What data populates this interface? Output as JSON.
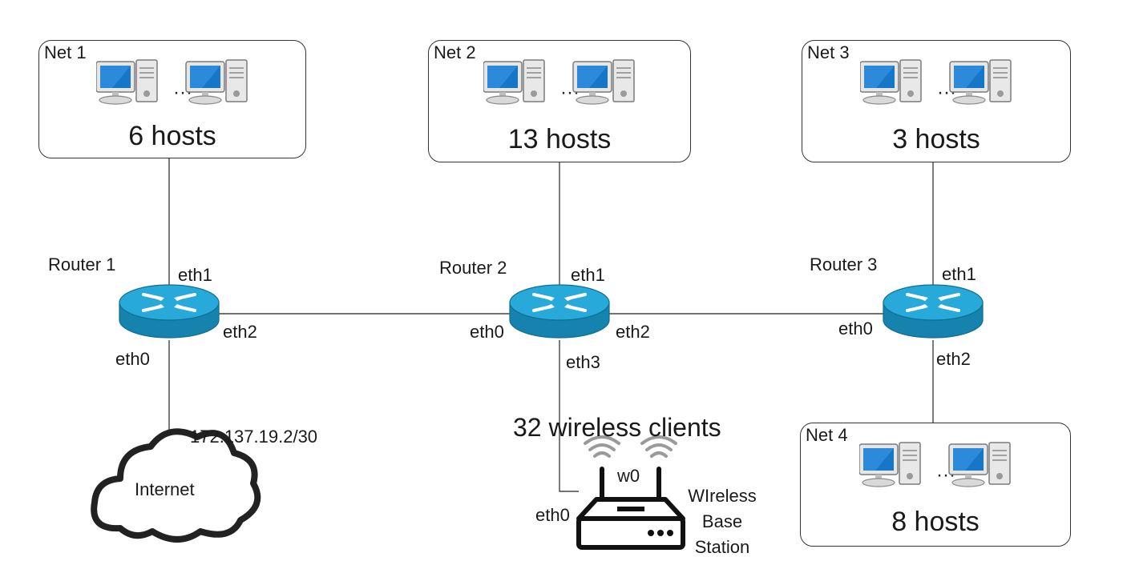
{
  "nets": [
    {
      "id": "net1",
      "name": "Net 1",
      "hosts": "6 hosts"
    },
    {
      "id": "net2",
      "name": "Net 2",
      "hosts": "13 hosts"
    },
    {
      "id": "net3",
      "name": "Net 3",
      "hosts": "3 hosts"
    },
    {
      "id": "net4",
      "name": "Net 4",
      "hosts": "8 hosts"
    }
  ],
  "routers": [
    {
      "name": "Router 1",
      "ifaces": {
        "eth0": "eth0",
        "eth1": "eth1",
        "eth2": "eth2"
      }
    },
    {
      "name": "Router 2",
      "ifaces": {
        "eth0": "eth0",
        "eth1": "eth1",
        "eth2": "eth2",
        "eth3": "eth3"
      }
    },
    {
      "name": "Router 3",
      "ifaces": {
        "eth0": "eth0",
        "eth1": "eth1",
        "eth2": "eth2"
      }
    }
  ],
  "internet": {
    "label": "Internet",
    "address": "172.137.19.2/30"
  },
  "wireless": {
    "clients": "32 wireless clients",
    "ap_iface": "w0",
    "eth_iface": "eth0",
    "station_lines": [
      "WIreless",
      "Base",
      "Station"
    ]
  },
  "colors": {
    "router_top": "#27a9d9",
    "router_side": "#1583ae",
    "screen": "#1677c9",
    "line": "#444444"
  },
  "icons": [
    "desktop-pc-icon",
    "router-icon",
    "cloud-icon",
    "wifi-router-icon"
  ]
}
